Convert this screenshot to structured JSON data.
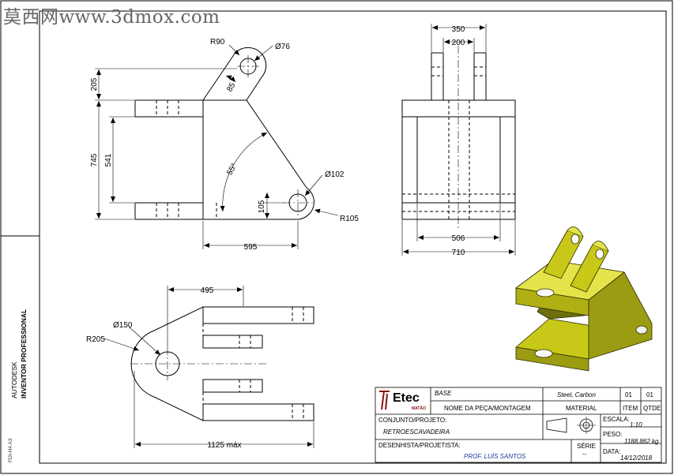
{
  "watermark": "莫西网www.3dmox.com",
  "brand": {
    "autodesk": "AUTODESK",
    "product": "INVENTOR PROFESSIONAL"
  },
  "sheet_id": "FDI-H4 A3",
  "dimensions": {
    "r90": "R90",
    "d76": "Ø76",
    "d205": "205",
    "d85": "85",
    "d745": "745",
    "d541": "541",
    "a55": "55°",
    "d102": "Ø102",
    "d105": "105",
    "r105": "R105",
    "d595": "595",
    "d350": "350",
    "d200": "200",
    "d506": "506",
    "d710": "710",
    "d495": "495",
    "d150": "Ø150",
    "r205": "R205",
    "d1125": "1125 máx"
  },
  "title_block": {
    "logo_text": "Etec",
    "logo_sub": "MATÃO",
    "part_name": "BASE",
    "part_name_label": "NOME DA PEÇA/MONTAGEM",
    "material": "Steel, Carbon",
    "material_label": "MATERIAL",
    "item": "01",
    "item_label": "ITEM",
    "qty": "01",
    "qty_label": "QTDE",
    "project_label": "CONJUNTO/PROJETO:",
    "project": "RETROESCAVADEIRA",
    "scale_label": "ESCALA:",
    "scale": "1:10",
    "weight_label": "PESO:",
    "weight": "1188,862 kg",
    "designer_label": "DESENHISTA/PROJETISTA:",
    "designer": "PROF. LUÍS SANTOS",
    "series_label": "SÉRIE",
    "series": "--",
    "date_label": "DATA:",
    "date": "14/12/2018"
  },
  "colors": {
    "part_fill": "#c8c818",
    "part_shade": "#8e8e10",
    "part_top": "#e4e44a"
  }
}
